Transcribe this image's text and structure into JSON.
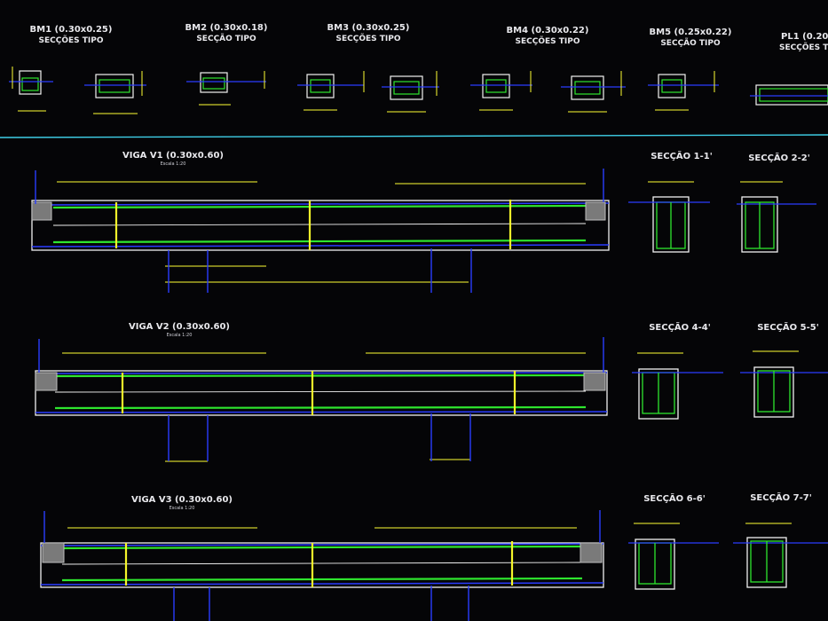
{
  "window": {
    "title": "CAD drawing viewport"
  },
  "colors": {
    "background": "#050507",
    "section_outline": "#f2f2f2",
    "rebar_green": "#2ee62e",
    "stirrup_yellow": "#f5f52a",
    "dimension_yellow": "#ffff33",
    "axis_blue": "#2a3cff",
    "separator_cyan": "#3fd0e8",
    "hatch_gray": "#bdbdbd"
  },
  "top_sections": [
    {
      "title": "BM1 (0.30x0.25)",
      "subtitle": "SECÇÕES TIPO"
    },
    {
      "title": "BM2 (0.30x0.18)",
      "subtitle": "SECÇÃO TIPO"
    },
    {
      "title": "BM3 (0.30x0.25)",
      "subtitle": "SECÇÕES TIPO"
    },
    {
      "title": "BM4 (0.30x0.22)",
      "subtitle": "SECÇÕES TIPO"
    },
    {
      "title": "BM5 (0.25x0.22)",
      "subtitle": "SECÇÃO TIPO"
    },
    {
      "title": "PL1 (0.20x",
      "subtitle": "SECÇÕES T"
    }
  ],
  "beams": [
    {
      "title": "VIGA V1 (0.30x0.60)",
      "scale": "Escala 1:20"
    },
    {
      "title": "VIGA V2 (0.30x0.60)",
      "scale": "Escala 1:20"
    },
    {
      "title": "VIGA V3 (0.30x0.60)",
      "scale": "Escala 1:20"
    }
  ],
  "cross_sections": [
    {
      "title": "SECÇÃO 1-1'"
    },
    {
      "title": "SECÇÃO 2-2'"
    },
    {
      "title": "SECÇÃO 4-4'"
    },
    {
      "title": "SECÇÃO 5-5'"
    },
    {
      "title": "SECÇÃO 6-6'"
    },
    {
      "title": "SECÇÃO 7-7'"
    }
  ]
}
